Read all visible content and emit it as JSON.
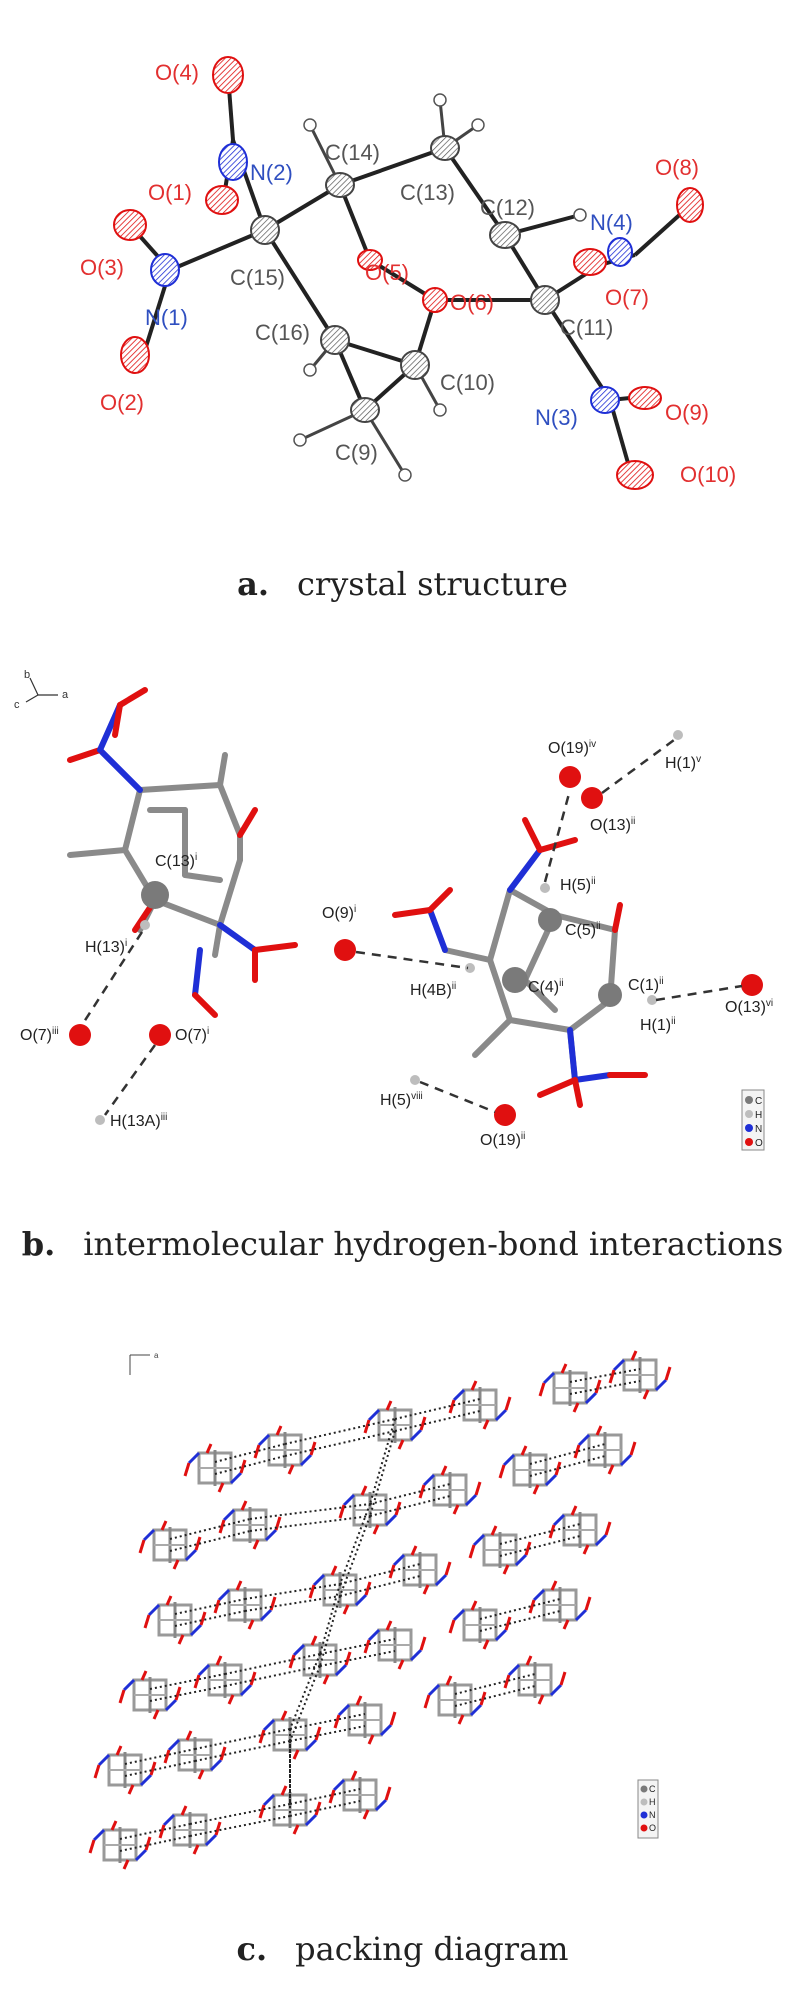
{
  "panel_a": {
    "caption_letter": "a.",
    "caption_text": "crystal structure",
    "atoms": {
      "O4": "O(4)",
      "N2": "N(2)",
      "C14": "C(14)",
      "C13": "C(13)",
      "O8": "O(8)",
      "O1": "O(1)",
      "C12": "C(12)",
      "N4": "N(4)",
      "O5": "O(5)",
      "O3": "O(3)",
      "C15": "C(15)",
      "O7": "O(7)",
      "O6": "O(6)",
      "N1": "N(1)",
      "C16": "C(16)",
      "C11": "C(11)",
      "C10": "C(10)",
      "O2": "O(2)",
      "N3": "N(3)",
      "O9": "O(9)",
      "C9": "C(9)",
      "O10": "O(10)"
    }
  },
  "panel_b": {
    "caption_letter": "b.",
    "caption_text": "intermolecular hydrogen-bond interactions",
    "axis_b": "b",
    "axis_a": "a",
    "axis_c": "c",
    "labels": {
      "O19iv": "O(19)",
      "O19iv_sup": "iv",
      "H1v": "H(1)",
      "H1v_sup": "v",
      "O13ii": "O(13)",
      "O13ii_sup": "ii",
      "C13i": "C(13)",
      "C13i_sup": "i",
      "H5ii": "H(5)",
      "H5ii_sup": "ii",
      "O9i": "O(9)",
      "O9i_sup": "i",
      "C5ii": "C(5)",
      "C5ii_sup": "ii",
      "H13i": "H(13)",
      "H13i_sup": "i",
      "H4Bii": "H(4B)",
      "H4Bii_sup": "ii",
      "C4ii": "C(4)",
      "C4ii_sup": "ii",
      "C1ii": "C(1)",
      "C1ii_sup": "ii",
      "O13vi": "O(13)",
      "O13vi_sup": "vi",
      "O7iii": "O(7)",
      "O7iii_sup": "iii",
      "O7i": "O(7)",
      "O7i_sup": "i",
      "H1ii": "H(1)",
      "H1ii_sup": "ii",
      "H5viii": "H(5)",
      "H5viii_sup": "viii",
      "H13Aiii": "H(13A)",
      "H13Aiii_sup": "iii",
      "O19ii": "O(19)",
      "O19ii_sup": "ii"
    },
    "legend": [
      "C",
      "H",
      "N",
      "O"
    ]
  },
  "panel_c": {
    "caption_letter": "c.",
    "caption_text": "packing diagram",
    "axis_a": "a",
    "legend": [
      "C",
      "H",
      "N",
      "O"
    ]
  },
  "colors": {
    "carbon": "#8a8a8a",
    "hydrogen": "#bdbdbd",
    "nitrogen": "#1f2fd6",
    "oxygen": "#e01010",
    "label_red": "#e23030",
    "label_blue": "#2f4fc0",
    "label_gray": "#555555"
  }
}
